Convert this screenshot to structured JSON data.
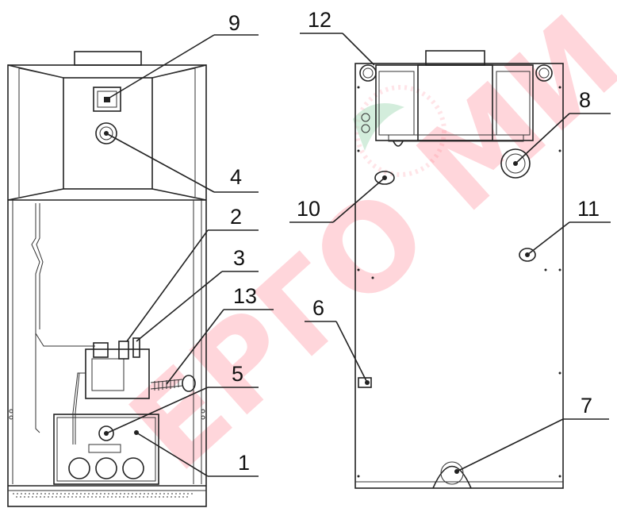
{
  "watermark": "ЕРГО МИ",
  "callouts": [
    {
      "id": "c1",
      "label": "1"
    },
    {
      "id": "c2",
      "label": "2"
    },
    {
      "id": "c3",
      "label": "3"
    },
    {
      "id": "c4",
      "label": "4"
    },
    {
      "id": "c5",
      "label": "5"
    },
    {
      "id": "c6",
      "label": "6"
    },
    {
      "id": "c7",
      "label": "7"
    },
    {
      "id": "c8",
      "label": "8"
    },
    {
      "id": "c9",
      "label": "9"
    },
    {
      "id": "c10",
      "label": "10"
    },
    {
      "id": "c11",
      "label": "11"
    },
    {
      "id": "c12",
      "label": "12"
    },
    {
      "id": "c13",
      "label": "13"
    }
  ],
  "colors": {
    "line": "#222222",
    "watermark": "#ff4a5e",
    "logo": "#2fae5a"
  }
}
